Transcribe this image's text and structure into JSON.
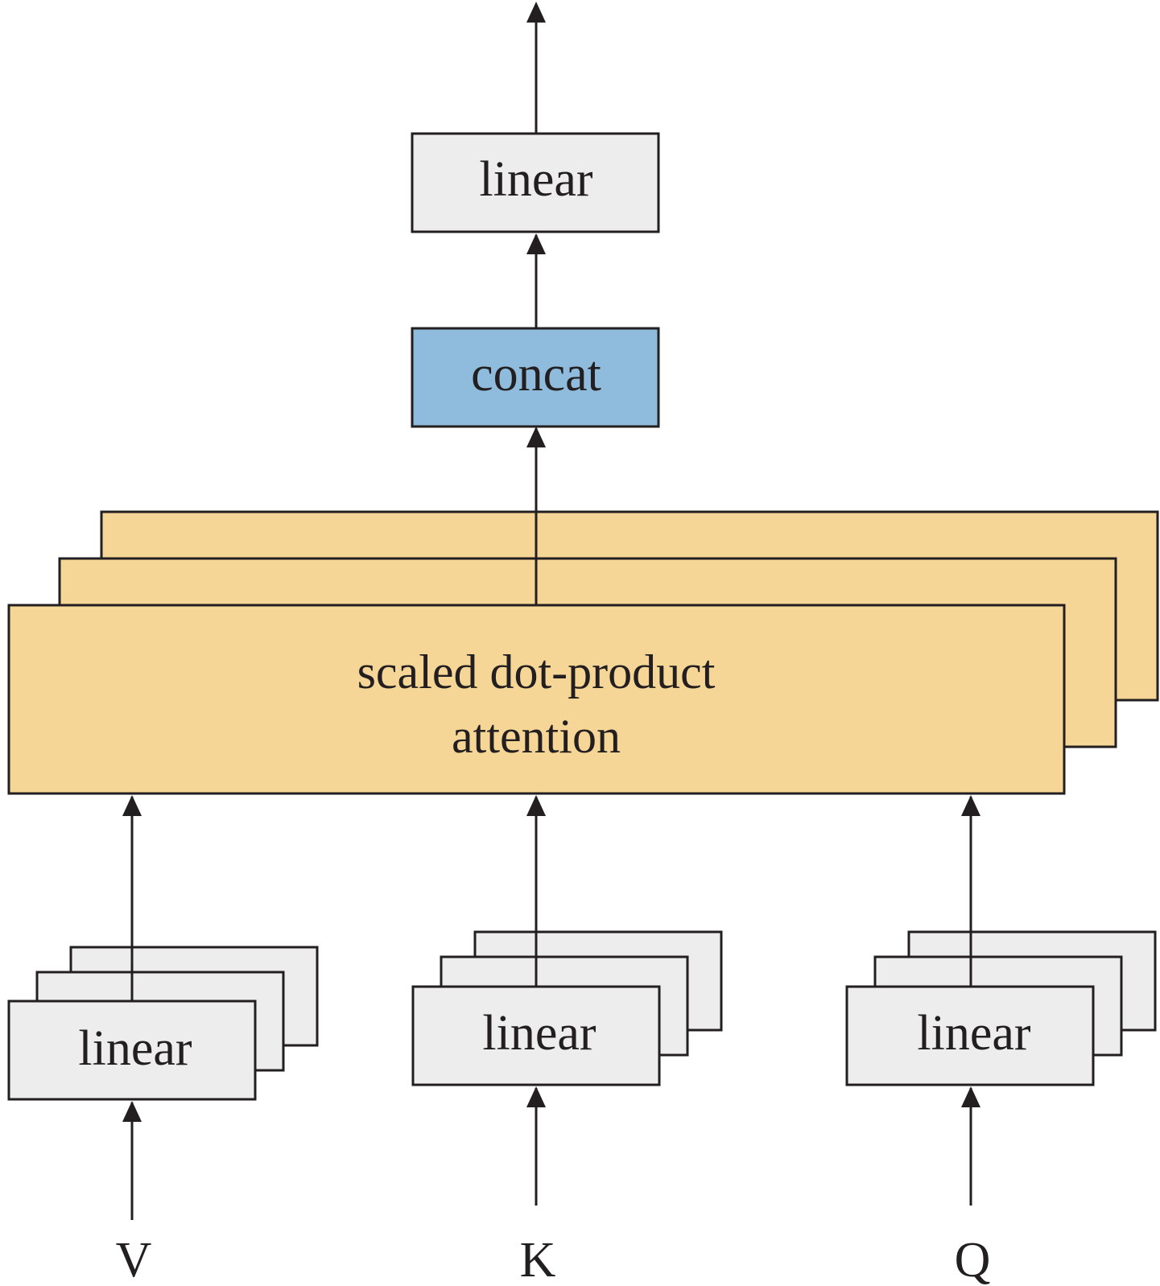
{
  "diagram": {
    "colors": {
      "stroke": "#231f20",
      "linear_fill": "#ededed",
      "concat_fill": "#8fbbdc",
      "attention_fill": "#f6d696"
    },
    "output_linear": {
      "label": "linear"
    },
    "concat": {
      "label": "concat"
    },
    "attention": {
      "line1": "scaled dot-product",
      "line2": "attention"
    },
    "inputs": {
      "v": {
        "linear_label": "linear",
        "input_label": "V"
      },
      "k": {
        "linear_label": "linear",
        "input_label": "K"
      },
      "q": {
        "linear_label": "linear",
        "input_label": "Q"
      }
    }
  }
}
